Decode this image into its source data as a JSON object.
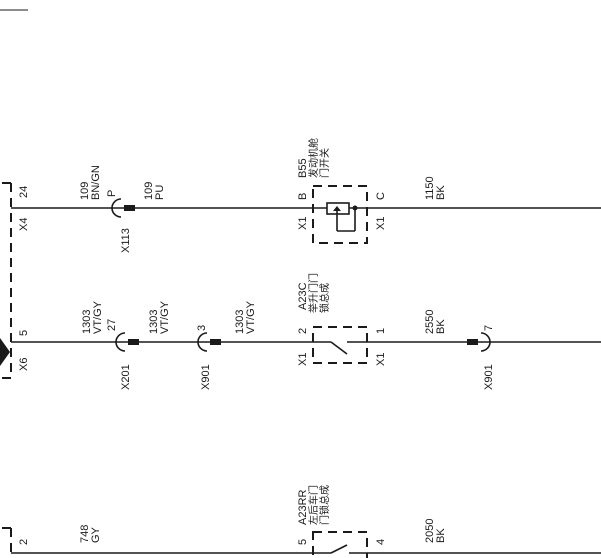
{
  "wires": [
    {
      "id": "w-top-left-1",
      "code": "109",
      "color": "BN/GN"
    },
    {
      "id": "w-top-mid",
      "code": "109",
      "color": "PU"
    },
    {
      "id": "w-top-right",
      "code": "1150",
      "color": "BK"
    },
    {
      "id": "w-mid-left-1",
      "code": "1303",
      "color": "VT/GY"
    },
    {
      "id": "w-mid-left-2",
      "code": "1303",
      "color": "VT/GY"
    },
    {
      "id": "w-mid-left-3",
      "code": "1303",
      "color": "VT/GY"
    },
    {
      "id": "w-mid-right",
      "code": "2550",
      "color": "BK"
    },
    {
      "id": "w-bot-left",
      "code": "748",
      "color": "GY"
    },
    {
      "id": "w-bot-right",
      "code": "2050",
      "color": "BK"
    }
  ],
  "connectors": {
    "x4": "X4",
    "x4_pin": "24",
    "x6": "X6",
    "x6_pin": "5",
    "x_bot_pin": "2",
    "x113": "X113",
    "x113_pin": "P",
    "x201": "X201",
    "x201_pin": "27",
    "x901a": "X901",
    "x901a_pin": "3",
    "x901b": "X901",
    "x901b_pin": "7"
  },
  "components": {
    "b55": {
      "ref": "B55",
      "desc1": "发动机舱",
      "desc2": "门开关",
      "left_conn": "X1",
      "left_pin": "B",
      "right_conn": "X1",
      "right_pin": "C"
    },
    "a23c": {
      "ref": "A23C",
      "desc1": "举升门门",
      "desc2": "锁总成",
      "left_conn": "X1",
      "left_pin": "2",
      "right_conn": "X1",
      "right_pin": "1"
    },
    "a23rr": {
      "ref": "A23RR",
      "desc1": "左后车门",
      "desc2": "门锁总成",
      "left_pin": "5",
      "right_pin": "4"
    }
  }
}
